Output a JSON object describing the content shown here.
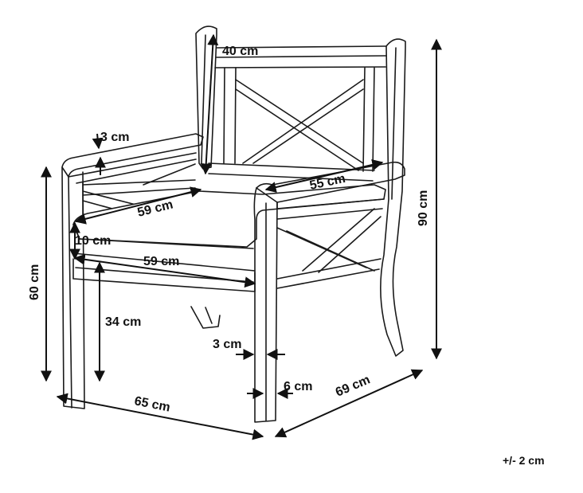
{
  "dimensions": {
    "backrest_height": "40 cm",
    "armrest_thickness": "3 cm",
    "seat_depth_upper": "59 cm",
    "seat_width": "55 cm",
    "cushion_thickness": "10 cm",
    "seat_depth_lower": "59 cm",
    "total_height": "90 cm",
    "armrest_height": "60 cm",
    "seat_height": "34 cm",
    "leg_gap": "3 cm",
    "leg_width": "6 cm",
    "total_width": "65 cm",
    "total_depth": "69 cm"
  },
  "tolerance": "+/- 2 cm"
}
